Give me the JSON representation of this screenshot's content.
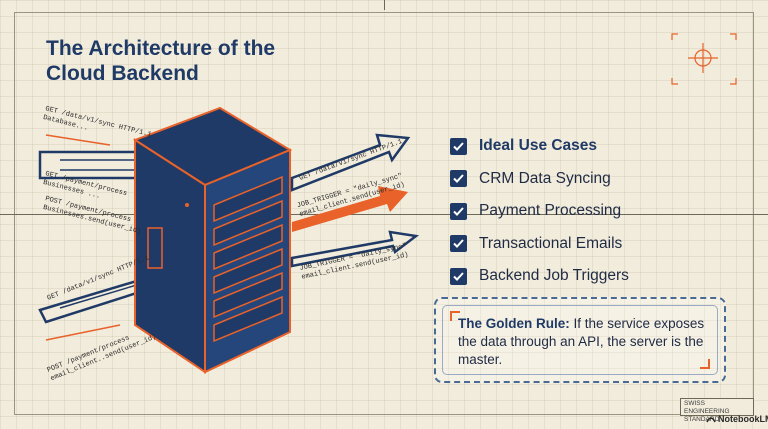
{
  "title": {
    "line1": "The Architecture of the",
    "line2": "Cloud Backend"
  },
  "checklist": [
    {
      "label": "Ideal Use Cases"
    },
    {
      "label": "CRM Data Syncing"
    },
    {
      "label": "Payment Processing"
    },
    {
      "label": "Transactional Emails"
    },
    {
      "label": "Backend Job Triggers"
    }
  ],
  "golden_rule": {
    "heading": "The Golden Rule:",
    "text": "If the service exposes the data through an API, the server is the master."
  },
  "incoming_top": {
    "line1": "GET /data/v1/sync HTTP/1.1",
    "line2": "Database...",
    "line3": "GET /payment/process",
    "line4": "Businesses ...",
    "line5": "POST /payment/process",
    "line6": "Businesses.send(user_id)"
  },
  "incoming_bottom": {
    "line1": "GET /data/v1/sync HTTP/1.1",
    "line2": "POST /payment/process",
    "line3": "email_client..send(user_id)"
  },
  "outgoing_top": {
    "line1": "GET /data/v1/sync HTTP/1.1",
    "line2": "JOB_TRIGGER = \"daily_sync\"",
    "line3": "email_client.send(user_id)"
  },
  "outgoing_bottom": {
    "line1": "JOB_TRIGGER = \"daily_sync\"",
    "line2": "email_client.send(user_id)"
  },
  "stamp": {
    "line1": "SWISS ENGINEERING",
    "line2": "STANDARD"
  },
  "brand": {
    "name": "NotebookLM"
  },
  "colors": {
    "navy": "#1f3a66",
    "orange": "#e8622a",
    "paper": "#f2ecdc"
  },
  "icons": [
    "check-icon",
    "crosshair-icon",
    "server-icon",
    "notebooklm-icon"
  ]
}
